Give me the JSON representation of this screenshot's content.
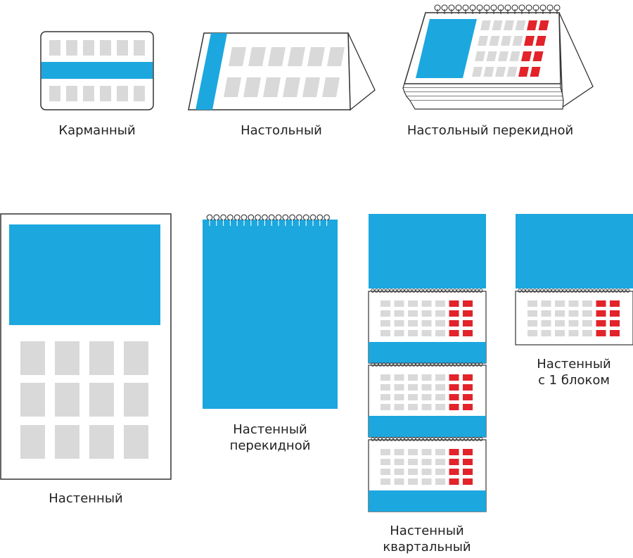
{
  "colors": {
    "accent": "#1ca7df",
    "cell": "#d9d9d9",
    "weekend": "#e2232a",
    "line": "#333333",
    "paper": "#ffffff"
  },
  "captions": {
    "pocket": "Карманный",
    "desk": "Настольный",
    "desk_flip": "Настольный перекидной",
    "wall": "Настенный",
    "wall_flip": "Настенный\nперекидной",
    "wall_quarterly": "Настенный\nквартальный",
    "wall_single_block": "Настенный\nс 1 блоком"
  }
}
